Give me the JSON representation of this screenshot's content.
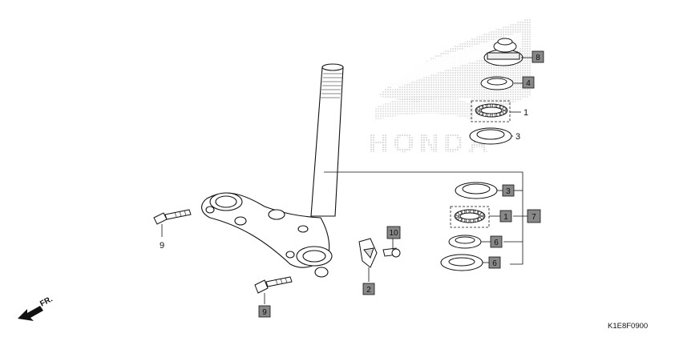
{
  "diagram": {
    "watermark_text": "HONDA",
    "diagram_code": "K1E8F0900",
    "direction_label": "FR.",
    "callouts": [
      {
        "id": "c-8",
        "text": "8",
        "boxed": true
      },
      {
        "id": "c-4",
        "text": "4",
        "boxed": true
      },
      {
        "id": "c-1a",
        "text": "1",
        "boxed": false
      },
      {
        "id": "c-3a",
        "text": "3",
        "boxed": false
      },
      {
        "id": "c-3b",
        "text": "3",
        "boxed": true
      },
      {
        "id": "c-1b",
        "text": "1",
        "boxed": true
      },
      {
        "id": "c-7",
        "text": "7",
        "boxed": true
      },
      {
        "id": "c-6a",
        "text": "6",
        "boxed": true
      },
      {
        "id": "c-6b",
        "text": "6",
        "boxed": true
      },
      {
        "id": "c-10",
        "text": "10",
        "boxed": true
      },
      {
        "id": "c-2",
        "text": "2",
        "boxed": true
      },
      {
        "id": "c-9a",
        "text": "9",
        "boxed": false
      },
      {
        "id": "c-9b",
        "text": "9",
        "boxed": true
      }
    ]
  }
}
